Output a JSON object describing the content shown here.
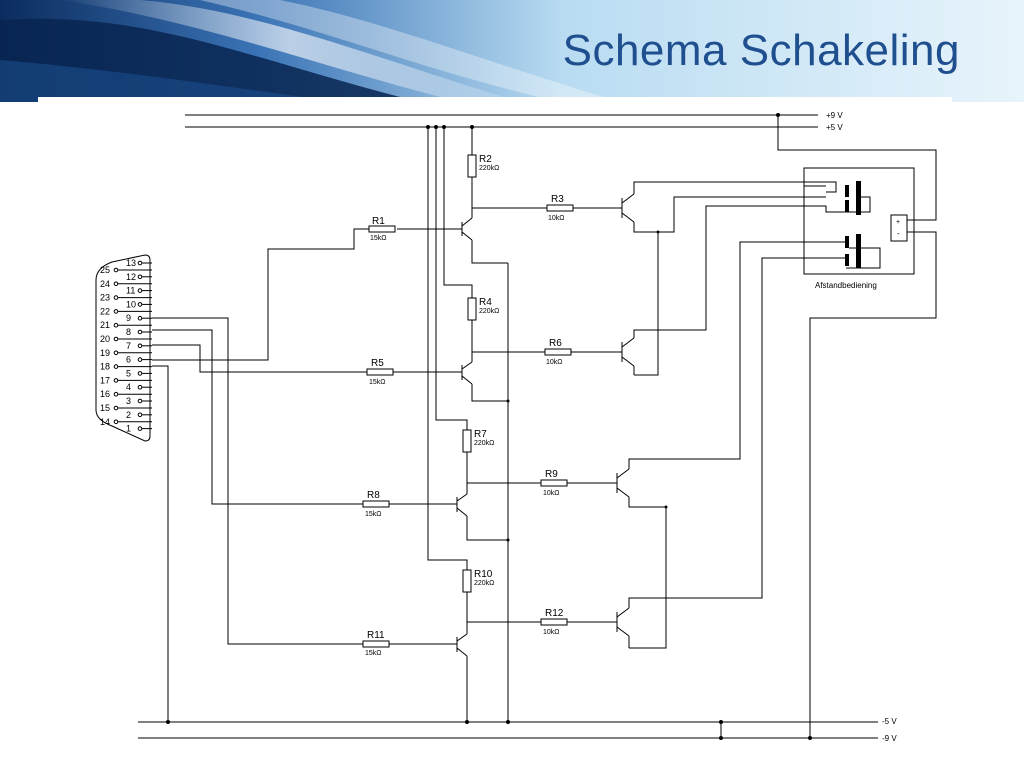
{
  "slide": {
    "title": "Schema Schakeling",
    "colors": {
      "title": "#1f4f8f",
      "banner_dark": "#0a2a5a",
      "banner_light": "#cfe6f5"
    }
  },
  "circuit": {
    "rails": {
      "plus9": "+9 V",
      "plus5": "+5 V",
      "minus5": "-5 V",
      "minus9": "-9 V"
    },
    "remote_label": "Afstandbediening",
    "battery_plus": "+",
    "battery_minus": "-",
    "resistors": [
      {
        "id": "R1",
        "value": "15kΩ"
      },
      {
        "id": "R2",
        "value": "220kΩ"
      },
      {
        "id": "R3",
        "value": "10kΩ"
      },
      {
        "id": "R4",
        "value": "220kΩ"
      },
      {
        "id": "R5",
        "value": "15kΩ"
      },
      {
        "id": "R6",
        "value": "10kΩ"
      },
      {
        "id": "R7",
        "value": "220kΩ"
      },
      {
        "id": "R8",
        "value": "15kΩ"
      },
      {
        "id": "R9",
        "value": "10kΩ"
      },
      {
        "id": "R10",
        "value": "220kΩ"
      },
      {
        "id": "R11",
        "value": "15kΩ"
      },
      {
        "id": "R12",
        "value": "10kΩ"
      }
    ],
    "connector_pins_left": [
      "25",
      "24",
      "23",
      "22",
      "21",
      "20",
      "19",
      "18",
      "17",
      "16",
      "15",
      "14"
    ],
    "connector_pins_right": [
      "13",
      "12",
      "11",
      "10",
      "9",
      "8",
      "7",
      "6",
      "5",
      "4",
      "3",
      "2",
      "1"
    ]
  }
}
